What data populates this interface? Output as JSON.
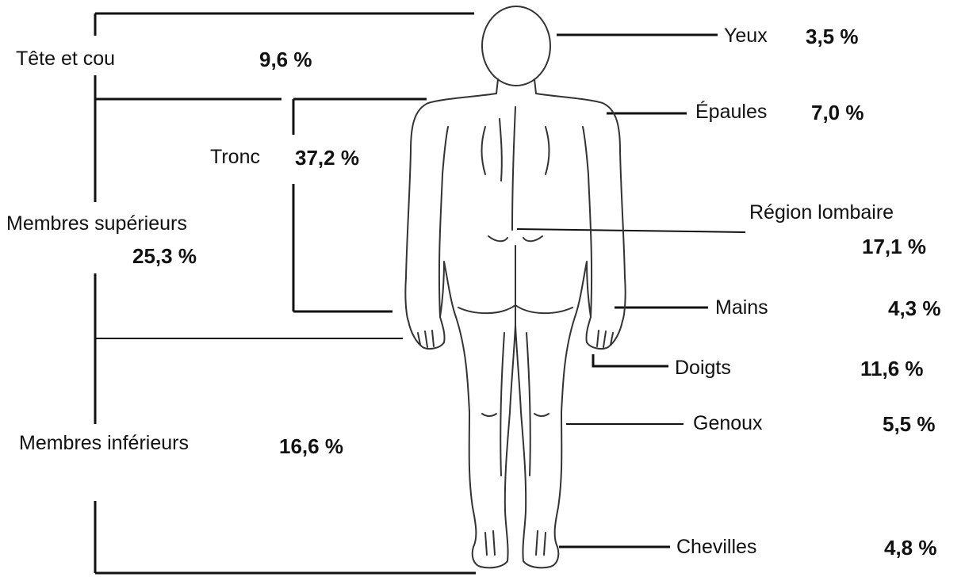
{
  "left_groups": {
    "head_neck": {
      "label": "Tête et cou",
      "value": "9,6 %"
    },
    "trunk": {
      "label": "Tronc",
      "value": "37,2 %"
    },
    "upper_limbs": {
      "label": "Membres supérieurs",
      "value": "25,3 %"
    },
    "lower_limbs": {
      "label": "Membres inférieurs",
      "value": "16,6 %"
    }
  },
  "right_parts": [
    {
      "label": "Yeux",
      "value": "3,5 %"
    },
    {
      "label": "Épaules",
      "value": "7,0 %"
    },
    {
      "label": "Région lombaire",
      "value": "17,1 %"
    },
    {
      "label": "Mains",
      "value": "4,3 %"
    },
    {
      "label": "Doigts",
      "value": "11,6 %"
    },
    {
      "label": "Genoux",
      "value": "5,5 %"
    },
    {
      "label": "Chevilles",
      "value": "4,8 %"
    }
  ],
  "colors": {
    "line": "#111111",
    "figure_stroke": "#333333",
    "background": "#ffffff"
  }
}
